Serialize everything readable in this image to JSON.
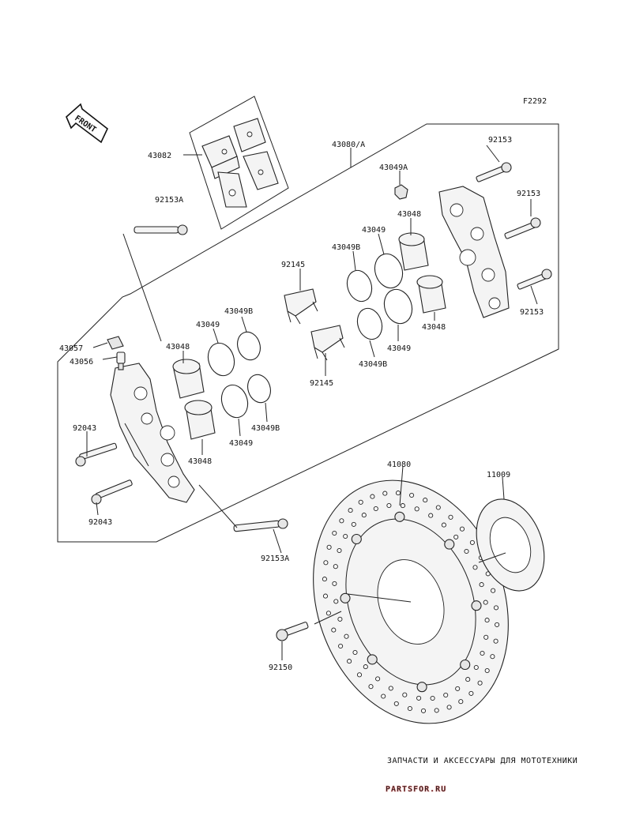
{
  "figure_code": "F2292",
  "front_label": "FRONT",
  "callouts": {
    "c43082": "43082",
    "c43080A": "43080/A",
    "c92153A_top": "92153A",
    "c43049A": "43049A",
    "c92153_1": "92153",
    "c92153_2": "92153",
    "c92153_3": "92153",
    "c43048_r1": "43048",
    "c43049_r1": "43049",
    "c43049B_r1": "43049B",
    "c92145_top": "92145",
    "c43048_r2": "43048",
    "c43049_r2": "43049",
    "c43049B_r2": "43049B",
    "c92145_bot": "92145",
    "c43057": "43057",
    "c43056": "43056",
    "c43049_l1": "43049",
    "c43049B_l1": "43049B",
    "c43048_l1": "43048",
    "c43049_l2": "43049",
    "c43049B_l2": "43049B",
    "c43048_l2": "43048",
    "c92043_top": "92043",
    "c92043_bot": "92043",
    "c92153A_bot": "92153A",
    "c41080": "41080",
    "c11009": "11009",
    "c92150": "92150"
  },
  "watermark": {
    "tagline": "ЗАПЧАСТИ И АКСЕССУАРЫ ДЛЯ МОТОТЕХНИКИ",
    "logo": "PARTSFOR.RU"
  }
}
